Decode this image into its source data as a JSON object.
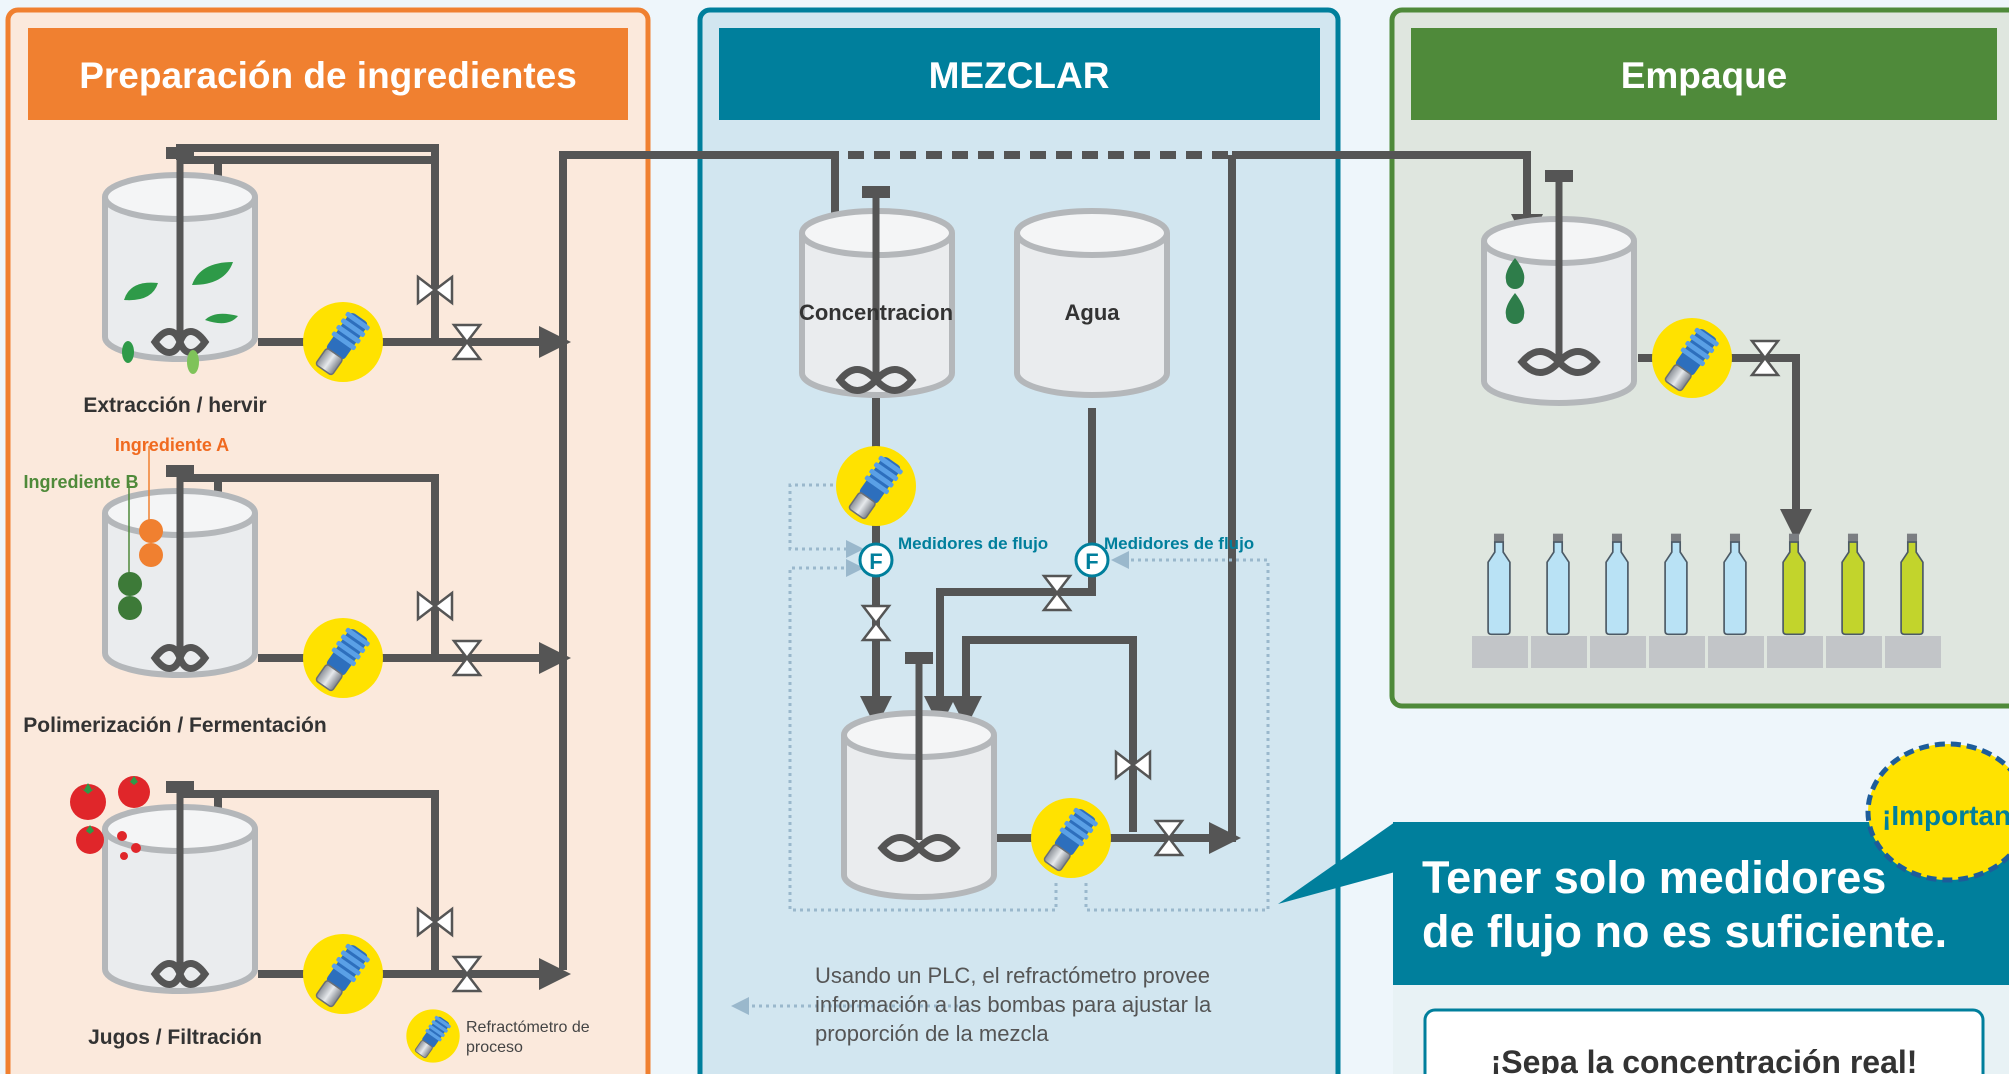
{
  "sections": {
    "prep": {
      "title": "Preparación de ingredientes"
    },
    "mix": {
      "title": "MEZCLAR"
    },
    "pack": {
      "title": "Empaque"
    }
  },
  "tanks": {
    "extraction": "Extracción / hervir",
    "polymerization": "Polimerización / Fermentación",
    "juices": "Jugos / Filtración",
    "concentration": "Concentracion",
    "water": "Agua"
  },
  "ingredients": {
    "a": "Ingrediente A",
    "b": "Ingrediente B"
  },
  "flowmeter": {
    "symbol": "F",
    "label": "Medidores de flujo"
  },
  "legend": {
    "refractometer": "Refractómetro de proceso",
    "refractometer_line1": "Refractómetro de",
    "refractometer_line2": "proceso"
  },
  "note": {
    "line1": "Usando un PLC, el refractómetro provee",
    "line2": "información a las bombas para ajustar la",
    "line3": "proporción de la mezcla"
  },
  "callout": {
    "badge": "¡Importante!",
    "line1": "Tener solo medidores",
    "line2": "de flujo no es suficiente.",
    "sub": "¡Sepa la concentración real!"
  },
  "bottles": {
    "empty_count": 5,
    "filled_count": 3
  },
  "colors": {
    "prep": "#f08030",
    "mix": "#007f9c",
    "pack": "#4f8a3a",
    "pipe": "#555555",
    "highlight": "#ffe200",
    "signal": "#9ab8cc",
    "bottle_empty": "#b9e2f5",
    "bottle_full": "#c2d42c"
  }
}
